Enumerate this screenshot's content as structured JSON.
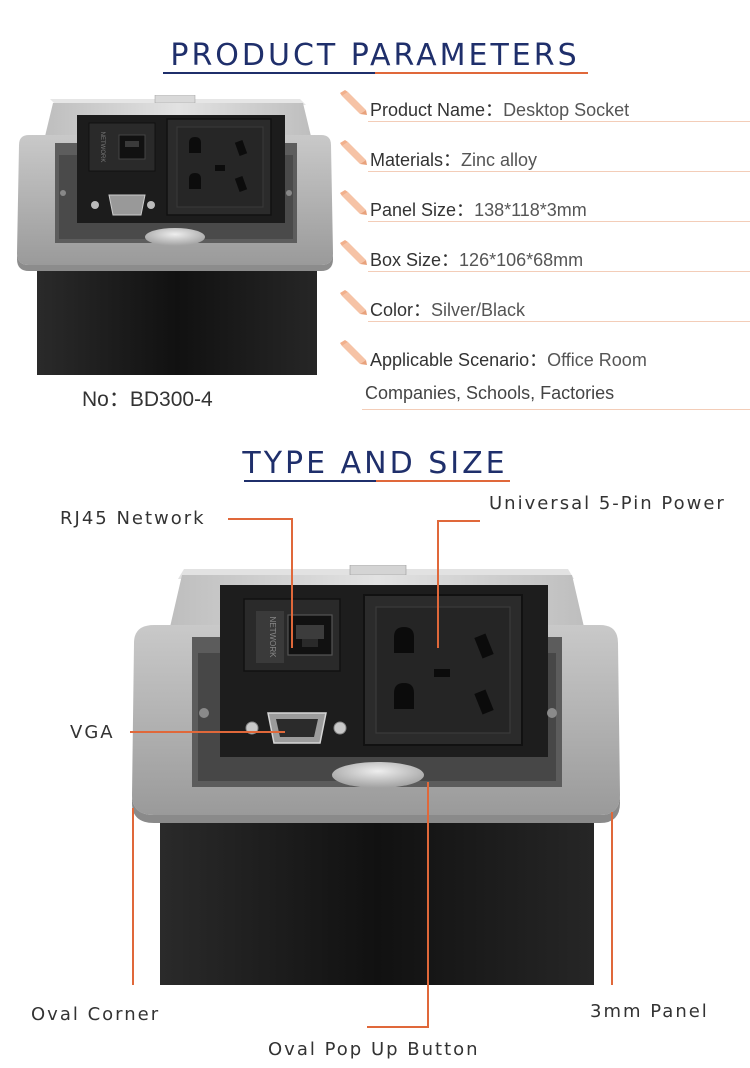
{
  "header": {
    "title": "PRODUCT PARAMETERS"
  },
  "parameters": [
    {
      "label": "Product Name：",
      "value": "Desktop Socket"
    },
    {
      "label": "Materials：",
      "value": "Zinc alloy"
    },
    {
      "label": "Panel Size：",
      "value": "138*118*3mm"
    },
    {
      "label": "Box Size：",
      "value": "126*106*68mm"
    },
    {
      "label": "Color：",
      "value": "Silver/Black"
    },
    {
      "label": "Applicable Scenario：",
      "value": "Office Room"
    }
  ],
  "scenario_extra": "Companies, Schools, Factories",
  "model": "No：BD300-4",
  "product": {
    "network_panel_text": "NETWORK"
  },
  "type_section": {
    "title": "TYPE AND SIZE",
    "callouts": {
      "rj45": "RJ45 Network",
      "power": "Universal 5-Pin Power",
      "vga": "VGA",
      "oval_corner": "Oval Corner",
      "panel": "3mm Panel",
      "button": "Oval Pop Up Button"
    }
  },
  "colors": {
    "heading": "#1f2f6b",
    "accent": "#e0683a",
    "underline": "#f3cdb8"
  },
  "icons": [
    "pencil-icon"
  ]
}
